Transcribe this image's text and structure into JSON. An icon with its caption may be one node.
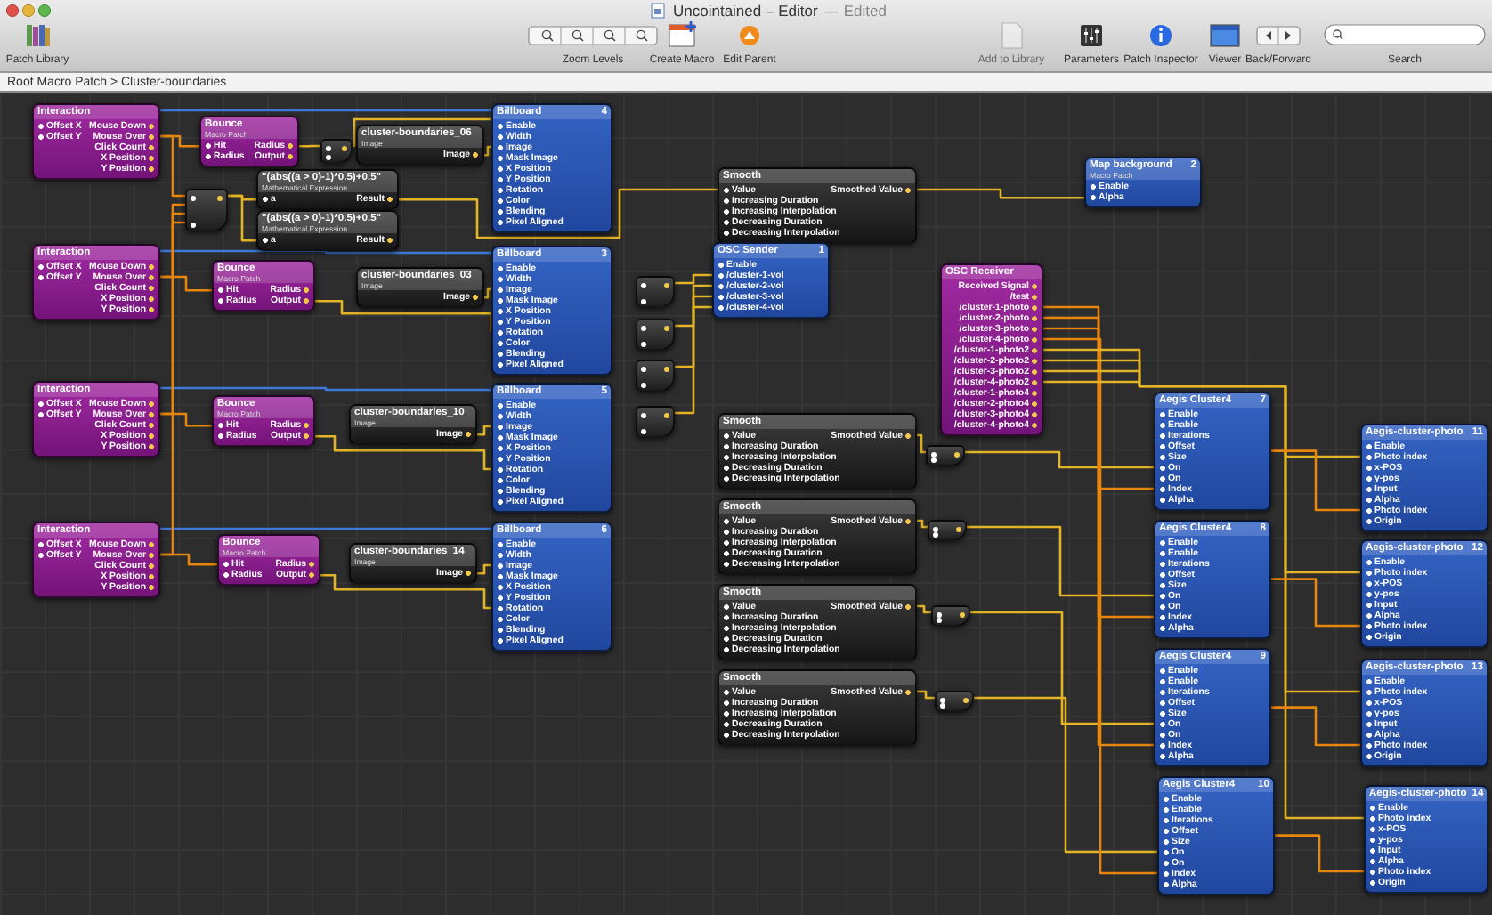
{
  "diagram": {
    "title": "Uncointained – Editor",
    "nodes": [
      {
        "text": [
          "Interaction",
          "Offset X",
          "Offset Y",
          "Mouse Down",
          "Mouse Over",
          "Click Count",
          "X Position",
          "Y Position"
        ]
      },
      {
        "text": [
          "Bounce",
          "Macro Patch",
          "Hit",
          "Radius",
          "Radius",
          "Output"
        ]
      },
      {
        "text": [],
        "shape": "box"
      },
      {
        "text": [
          "cluster-boundaries_06",
          "Image",
          "Image"
        ]
      },
      {
        "text": [
          "Billboard",
          "4",
          "Enable",
          "Width",
          "Image",
          "Mask Image",
          "X Position",
          "Y Position",
          "Rotation",
          "Color",
          "Blending",
          "Pixel Aligned"
        ]
      },
      {
        "text": [],
        "shape": "box"
      },
      {
        "text": [
          "\"(abs((a > 0)-1)*0.5)+0.5\"",
          "Mathematical Expression",
          "a",
          "Result"
        ]
      },
      {
        "text": [
          "\"(abs((a > 0)-1)*0.5)+0.5\"",
          "Mathematical Expression",
          "a",
          "Result"
        ]
      },
      {
        "text": [
          "Smooth",
          "Value",
          "Increasing Duration",
          "Increasing Interpolation",
          "Decreasing Duration",
          "Decreasing Interpolation",
          "Smoothed Value"
        ]
      },
      {
        "text": [
          "Map background",
          "Macro Patch",
          "2",
          "Enable",
          "Alpha"
        ]
      },
      {
        "text": [
          "Interaction",
          "Offset X",
          "Offset Y",
          "Mouse Down",
          "Mouse Over",
          "Click Count",
          "X Position",
          "Y Position"
        ]
      },
      {
        "text": [
          "Bounce",
          "Macro Patch",
          "Hit",
          "Radius",
          "Radius",
          "Output"
        ]
      },
      {
        "text": [
          "cluster-boundaries_03",
          "Image",
          "Image"
        ]
      },
      {
        "text": [
          "Billboard",
          "3",
          "Enable",
          "Width",
          "Image",
          "Mask Image",
          "X Position",
          "Y Position",
          "Rotation",
          "Color",
          "Blending",
          "Pixel Aligned"
        ]
      },
      {
        "text": [],
        "shape": "box"
      },
      {
        "text": [],
        "shape": "box"
      },
      {
        "text": [],
        "shape": "box"
      },
      {
        "text": [
          "OSC Sender",
          "1",
          "Enable",
          "/cluster-1-vol",
          "/cluster-2-vol",
          "/cluster-3-vol",
          "/cluster-4-vol"
        ]
      },
      {
        "text": [
          "OSC Receiver",
          "Received Signal",
          "/test",
          "/cluster-1-photo",
          "/cluster-2-photo",
          "/cluster-3-photo",
          "/cluster-4-photo",
          "/cluster-1-photo2",
          "/cluster-2-photo2",
          "/cluster-3-photo2",
          "/cluster-4-photo2",
          "/cluster-1-photo4",
          "/cluster-2-photo4",
          "/cluster-3-photo4",
          "/cluster-4-photo4"
        ]
      },
      {
        "text": [
          "Interaction",
          "Offset X",
          "Offset Y",
          "Mouse Down",
          "Mouse Over",
          "Click Count",
          "X Position",
          "Y Position"
        ]
      },
      {
        "text": [
          "Bounce",
          "Macro Patch",
          "Hit",
          "Radius",
          "Radius",
          "Output"
        ]
      },
      {
        "text": [
          "cluster-boundaries_10",
          "Image",
          "Image"
        ]
      },
      {
        "text": [
          "Billboard",
          "5",
          "Enable",
          "Width",
          "Image",
          "Mask Image",
          "X Position",
          "Y Position",
          "Rotation",
          "Color",
          "Blending",
          "Pixel Aligned"
        ]
      },
      {
        "text": [],
        "shape": "box"
      },
      {
        "text": [
          "Smooth",
          "Value",
          "Increasing Duration",
          "Increasing Interpolation",
          "Decreasing Duration",
          "Decreasing Interpolation",
          "Smoothed Value"
        ]
      },
      {
        "text": [],
        "shape": "box"
      },
      {
        "text": [
          "Interaction",
          "Offset X",
          "Offset Y",
          "Mouse Down",
          "Mouse Over",
          "Click Count",
          "X Position",
          "Y Position"
        ]
      },
      {
        "text": [
          "Bounce",
          "Macro Patch",
          "Hit",
          "Radius",
          "Radius",
          "Output"
        ]
      },
      {
        "text": [
          "cluster-boundaries_14",
          "Image",
          "Image"
        ]
      },
      {
        "text": [
          "Billboard",
          "6",
          "Enable",
          "Width",
          "Image",
          "Mask Image",
          "X Position",
          "Y Position",
          "Rotation",
          "Color",
          "Blending",
          "Pixel Aligned"
        ]
      },
      {
        "text": [
          "Smooth",
          "Value",
          "Increasing Duration",
          "Increasing Interpolation",
          "Decreasing Duration",
          "Decreasing Interpolation",
          "Smoothed Value"
        ]
      },
      {
        "text": [],
        "shape": "box"
      },
      {
        "text": [
          "Smooth",
          "Value",
          "Increasing Duration",
          "Increasing Interpolation",
          "Decreasing Duration",
          "Decreasing Interpolation",
          "Smoothed Value"
        ]
      },
      {
        "text": [],
        "shape": "box"
      },
      {
        "text": [
          "Smooth",
          "Value",
          "Increasing Duration",
          "Increasing Interpolation",
          "Decreasing Duration",
          "Decreasing Interpolation",
          "Smoothed Value"
        ]
      },
      {
        "text": [],
        "shape": "box"
      },
      {
        "text": [
          "Aegis Cluster4",
          "7",
          "Enable",
          "Enable",
          "Iterations",
          "Offset",
          "Size",
          "On",
          "On",
          "Index",
          "Alpha"
        ]
      },
      {
        "text": [
          "Aegis Cluster4",
          "8",
          "Enable",
          "Enable",
          "Iterations",
          "Offset",
          "Size",
          "On",
          "On",
          "Index",
          "Alpha"
        ]
      },
      {
        "text": [
          "Aegis Cluster4",
          "9",
          "Enable",
          "Enable",
          "Iterations",
          "Offset",
          "Size",
          "On",
          "On",
          "Index",
          "Alpha"
        ]
      },
      {
        "text": [
          "Aegis Cluster4",
          "10",
          "Enable",
          "Enable",
          "Iterations",
          "Offset",
          "Size",
          "On",
          "On",
          "Index",
          "Alpha"
        ]
      },
      {
        "text": [
          "Aegis-cluster-photo",
          "11",
          "Enable",
          "Photo index",
          "x-POS",
          "y-pos",
          "Input",
          "Alpha",
          "Photo index",
          "Origin"
        ]
      },
      {
        "text": [
          "Aegis-cluster-photo",
          "12",
          "Enable",
          "Photo index",
          "x-POS",
          "y-pos",
          "Input",
          "Alpha",
          "Photo index",
          "Origin"
        ]
      },
      {
        "text": [
          "Aegis-cluster-photo",
          "13",
          "Enable",
          "Photo index",
          "x-POS",
          "y-pos",
          "Input",
          "Alpha",
          "Photo index",
          "Origin"
        ]
      },
      {
        "text": [
          "Aegis-cluster-photo",
          "14",
          "Enable",
          "Photo index",
          "x-POS",
          "y-pos",
          "Input",
          "Alpha",
          "Photo index",
          "Origin"
        ]
      }
    ],
    "edges": [
      {
        "from": 0,
        "to": 1,
        "arrow": "none",
        "color": "#e8850c"
      },
      {
        "from": 0,
        "to": 4,
        "arrow": "none",
        "color": "#3f78d8"
      },
      {
        "from": 0,
        "to": 5,
        "arrow": "none",
        "color": "#e8850c"
      },
      {
        "from": 1,
        "to": 2,
        "arrow": "none"
      },
      {
        "from": 2,
        "to": 4,
        "arrow": "none"
      },
      {
        "from": 3,
        "to": 4,
        "arrow": "none"
      },
      {
        "from": 5,
        "to": 6,
        "arrow": "none"
      },
      {
        "from": 5,
        "to": 7,
        "arrow": "none"
      },
      {
        "from": 6,
        "to": 8,
        "arrow": "none"
      },
      {
        "from": 8,
        "to": 9,
        "arrow": "none"
      },
      {
        "from": 10,
        "to": 11,
        "arrow": "none",
        "color": "#e8850c"
      },
      {
        "from": 10,
        "to": 13,
        "arrow": "none",
        "color": "#3f78d8"
      },
      {
        "from": 10,
        "to": 5,
        "arrow": "none",
        "color": "#e8850c"
      },
      {
        "from": 11,
        "to": 13,
        "arrow": "none"
      },
      {
        "from": 12,
        "to": 13,
        "arrow": "none"
      },
      {
        "from": 14,
        "to": 17,
        "arrow": "none"
      },
      {
        "from": 15,
        "to": 17,
        "arrow": "none"
      },
      {
        "from": 16,
        "to": 17,
        "arrow": "none"
      },
      {
        "from": 23,
        "to": 17,
        "arrow": "none"
      },
      {
        "from": 19,
        "to": 20,
        "arrow": "none",
        "color": "#e8850c"
      },
      {
        "from": 19,
        "to": 22,
        "arrow": "none",
        "color": "#3f78d8"
      },
      {
        "from": 19,
        "to": 5,
        "arrow": "none",
        "color": "#e8850c"
      },
      {
        "from": 20,
        "to": 22,
        "arrow": "none"
      },
      {
        "from": 21,
        "to": 22,
        "arrow": "none"
      },
      {
        "from": 26,
        "to": 27,
        "arrow": "none",
        "color": "#e8850c"
      },
      {
        "from": 26,
        "to": 29,
        "arrow": "none",
        "color": "#3f78d8"
      },
      {
        "from": 26,
        "to": 5,
        "arrow": "none",
        "color": "#e8850c"
      },
      {
        "from": 27,
        "to": 29,
        "arrow": "none"
      },
      {
        "from": 28,
        "to": 29,
        "arrow": "none"
      },
      {
        "from": 24,
        "to": 25,
        "arrow": "none"
      },
      {
        "from": 30,
        "to": 31,
        "arrow": "none"
      },
      {
        "from": 32,
        "to": 33,
        "arrow": "none"
      },
      {
        "from": 34,
        "to": 35,
        "arrow": "none"
      },
      {
        "from": 25,
        "to": 36,
        "arrow": "none"
      },
      {
        "from": 31,
        "to": 37,
        "arrow": "none"
      },
      {
        "from": 33,
        "to": 38,
        "arrow": "none"
      },
      {
        "from": 35,
        "to": 39,
        "arrow": "none"
      },
      {
        "from": 18,
        "to": 36,
        "arrow": "none",
        "color": "#e8850c"
      },
      {
        "from": 18,
        "to": 37,
        "arrow": "none",
        "color": "#e8850c"
      },
      {
        "from": 18,
        "to": 38,
        "arrow": "none",
        "color": "#e8850c"
      },
      {
        "from": 18,
        "to": 39,
        "arrow": "none",
        "color": "#e8850c"
      },
      {
        "from": 18,
        "to": 40,
        "arrow": "none"
      },
      {
        "from": 18,
        "to": 41,
        "arrow": "none"
      },
      {
        "from": 18,
        "to": 42,
        "arrow": "none"
      },
      {
        "from": 18,
        "to": 43,
        "arrow": "none"
      },
      {
        "from": 36,
        "to": 40,
        "arrow": "none",
        "color": "#e8850c"
      },
      {
        "from": 37,
        "to": 41,
        "arrow": "none",
        "color": "#e8850c"
      },
      {
        "from": 38,
        "to": 42,
        "arrow": "none",
        "color": "#e8850c"
      },
      {
        "from": 39,
        "to": 43,
        "arrow": "none",
        "color": "#e8850c"
      }
    ],
    "labels": [
      "— Edited",
      "Patch Library",
      "Zoom Levels",
      "Create Macro",
      "Edit Parent",
      "Add to Library",
      "Parameters",
      "Patch Inspector",
      "Viewer",
      "Back/Forward",
      "Search",
      "Root Macro Patch > Cluster-boundaries"
    ]
  }
}
